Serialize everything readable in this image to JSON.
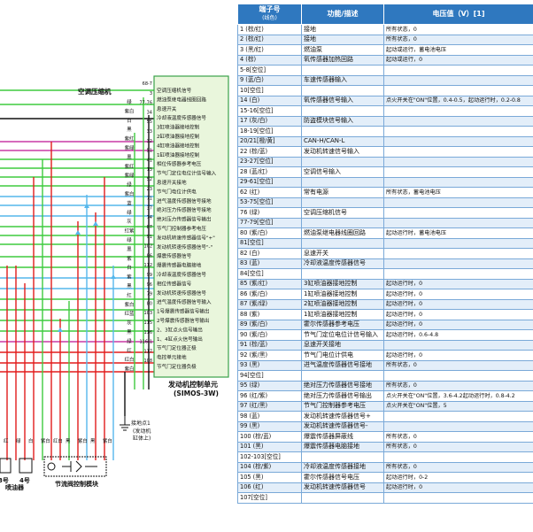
{
  "diagram": {
    "labels": {
      "ac_relay": "空调压缩机",
      "ecu_title": "发动机控制单元",
      "ecu_model": "(SIMOS-3W)",
      "throttle": "节流阀控制模块",
      "injector_group": "喷油器",
      "inj3": "3号",
      "inj4": "4号",
      "ground_point": "接地点1",
      "ground_note1": "(发动机",
      "ground_note2": "缸体上)"
    },
    "ecu_functions": [
      "空调压缩机信号",
      "燃油泵继电器线圈回路",
      "息速开关",
      "冷却液温度传感器信号",
      "3缸喷油器接地控制",
      "2缸喷油器接地控制",
      "4缸喷油器接地控制",
      "1缸喷油器接地控制",
      "相位传感器参考电压",
      "节气门定位电位计信号输入",
      "息速开关接地",
      "节气门电位计供电",
      "进气温度传感器信号接地",
      "绝对压力传感器信号接地",
      "绝对压力传感器信号输出",
      "节气门控制器参考电压",
      "发动机转速传感器信号\"+\"",
      "发动机转速传感器信号\"-\"",
      "爆震传感器信号",
      "爆震传感器电脑接地",
      "冷却液温度传感器信号",
      "相位传感器信号",
      "发动机转速传感器信号",
      "进气温度传感器信号输入",
      "1号爆震传感器信号输出",
      "2号爆震传感器信号输出",
      "2、3缸点火信号输出",
      "1、4缸点火信号输出",
      "节气门定位器正极",
      "电控单元接地",
      "节气门定位器负极"
    ],
    "pin_numbers": [
      "68-7",
      "3",
      "77-76",
      "34",
      "55",
      "33",
      "32",
      "51",
      "41",
      "13",
      "52",
      "23",
      "71",
      "37",
      "74",
      "87",
      "91",
      "102",
      "86",
      "112",
      "99",
      "96",
      "79",
      "80",
      "103",
      "115",
      "116",
      "116-1",
      "117",
      "108"
    ],
    "wire_colors": [
      "绿",
      "紫白",
      "白",
      "黑",
      "紫红",
      "紫绿",
      "黑",
      "紫红",
      "紫绿",
      "绿",
      "紫白",
      "蓝",
      "绿",
      "灰",
      "红紫",
      "绿",
      "黑",
      "紫",
      "白",
      "紫",
      "黑",
      "红",
      "紫白",
      "红蓝",
      "灰",
      "黑",
      "绿",
      "红",
      "红白",
      "紫白"
    ],
    "bottom_wire_colors": [
      "红",
      "绿",
      "白",
      "紫白",
      "红白",
      "黑",
      "紫白",
      "黑",
      "紫白"
    ]
  },
  "table": {
    "headers": {
      "pin": "端子号",
      "pin_sub": "(线色)",
      "function": "功能/描述",
      "voltage": "电压值（V）[1]"
    },
    "rows": [
      {
        "pin": "1 (棕/红)",
        "function": "接地",
        "voltage": "所有状态，0"
      },
      {
        "pin": "2 (棕/红)",
        "function": "接地",
        "voltage": "所有状态，0"
      },
      {
        "pin": "3 (黑/红)",
        "function": "燃油泵",
        "voltage": "起动或运行，蓄电池电压"
      },
      {
        "pin": "4 (棕)",
        "function": "氧传感器加热回路",
        "voltage": "起动或运行，0"
      },
      {
        "pin": "5-8[空位]",
        "function": "",
        "voltage": ""
      },
      {
        "pin": "9 (蓝/白)",
        "function": "车速传感器输入",
        "voltage": ""
      },
      {
        "pin": "10[空位]",
        "function": "",
        "voltage": ""
      },
      {
        "pin": "14 (白)",
        "function": "氧传感器信号输入",
        "voltage": "点火开关在\"ON\"位置，0.4-0.5，起动运行时，0.2-0.8"
      },
      {
        "pin": "15-16[空位]",
        "function": "",
        "voltage": ""
      },
      {
        "pin": "17 (灰/白)",
        "function": "防盗模块信号输入",
        "voltage": ""
      },
      {
        "pin": "18-19[空位]",
        "function": "",
        "voltage": ""
      },
      {
        "pin": "20/21[橙/黄]",
        "function": "CAN-H/CAN-L",
        "voltage": ""
      },
      {
        "pin": "22 (棕/蓝)",
        "function": "发动机转速信号输入",
        "voltage": ""
      },
      {
        "pin": "23-27[空位]",
        "function": "",
        "voltage": ""
      },
      {
        "pin": "28 (蓝/红)",
        "function": "空调信号输入",
        "voltage": ""
      },
      {
        "pin": "29-61[空位]",
        "function": "",
        "voltage": ""
      },
      {
        "pin": "62 (红)",
        "function": "常有电源",
        "voltage": "所有状态，蓄电池电压"
      },
      {
        "pin": "53-75[空位]",
        "function": "",
        "voltage": ""
      },
      {
        "pin": "76 (绿)",
        "function": "空调压缩机信号",
        "voltage": ""
      },
      {
        "pin": "77-79[空位]",
        "function": "",
        "voltage": ""
      },
      {
        "pin": "80 (紫/白)",
        "function": "燃油泵继电器线圈回路",
        "voltage": "起动运行时，蓄电池电压"
      },
      {
        "pin": "81[空位]",
        "function": "",
        "voltage": ""
      },
      {
        "pin": "82 (白)",
        "function": "息速开关",
        "voltage": ""
      },
      {
        "pin": "83 (蓝)",
        "function": "冷却液温度传感器信号",
        "voltage": ""
      },
      {
        "pin": "84[空位]",
        "function": "",
        "voltage": ""
      },
      {
        "pin": "85 (紫/红)",
        "function": "3缸喷油器接地控制",
        "voltage": "起动运行时，0"
      },
      {
        "pin": "86 (紫/白)",
        "function": "1缸喷油器接地控制",
        "voltage": "起动运行时，0"
      },
      {
        "pin": "87 (紫/绿)",
        "function": "2缸喷油器接地控制",
        "voltage": "起动运行时，0"
      },
      {
        "pin": "88 (紫)",
        "function": "1缸喷油器接地控制",
        "voltage": "起动运行时，0"
      },
      {
        "pin": "89 (紫/白)",
        "function": "霍尔传感器参考电压",
        "voltage": "起动运行时，0"
      },
      {
        "pin": "90 (紫/白)",
        "function": "节气门定位电位计信号输入",
        "voltage": "起动运行时，0.6-4.8"
      },
      {
        "pin": "91 (棕/蓝)",
        "function": "息速开关接地",
        "voltage": ""
      },
      {
        "pin": "92 (紫/黑)",
        "function": "节气门电位计供电",
        "voltage": "起动运行时，0"
      },
      {
        "pin": "93 (黑)",
        "function": "进气温度传感器信号接地",
        "voltage": "所有状态，0"
      },
      {
        "pin": "94[空位]",
        "function": "",
        "voltage": ""
      },
      {
        "pin": "95 (绿)",
        "function": "绝对压力传感器信号接地",
        "voltage": "所有状态，0"
      },
      {
        "pin": "96 (红/紫)",
        "function": "绝对压力传感器信号输出",
        "voltage": "点火开关在\"ON\"位置，3.6-4.2起动运行时，0.8-4.2"
      },
      {
        "pin": "97 (红/黑)",
        "function": "节气门控制器参考电压",
        "voltage": "点火开关在\"ON\"位置，5"
      },
      {
        "pin": "98 (蓝)",
        "function": "发动机转速传感器信号+",
        "voltage": ""
      },
      {
        "pin": "99 (黑)",
        "function": "发动机转速传感器信号-",
        "voltage": ""
      },
      {
        "pin": "100 (棕/蓝)",
        "function": "爆震传感器屏蔽线",
        "voltage": "所有状态，0"
      },
      {
        "pin": "101 (黑)",
        "function": "爆震传感器电脑接地",
        "voltage": "所有状态，0"
      },
      {
        "pin": "102-103[空位]",
        "function": "",
        "voltage": ""
      },
      {
        "pin": "104 (棕/紫)",
        "function": "冷却液温度传感器接地",
        "voltage": "所有状态，0"
      },
      {
        "pin": "105 (黑)",
        "function": "霍尔传感器信号电压",
        "voltage": "起动运行时，0-2"
      },
      {
        "pin": "106 (红)",
        "function": "发动机转速传感器信号",
        "voltage": "起动运行时，0"
      },
      {
        "pin": "107[空位]",
        "function": "",
        "voltage": ""
      }
    ]
  },
  "colors": {
    "table_header_bg": "#2f78bf",
    "table_alt_row": "#e3eef9",
    "table_border": "#7aa9d8",
    "ecu_box_fill": "#e9f6dc",
    "ecu_box_stroke": "#3aa24a",
    "wire_green": "#3ecb3e",
    "wire_red": "#e21c1c",
    "wire_blue": "#55b7ec",
    "wire_magenta": "#c83aa6",
    "wire_black": "#111111"
  }
}
